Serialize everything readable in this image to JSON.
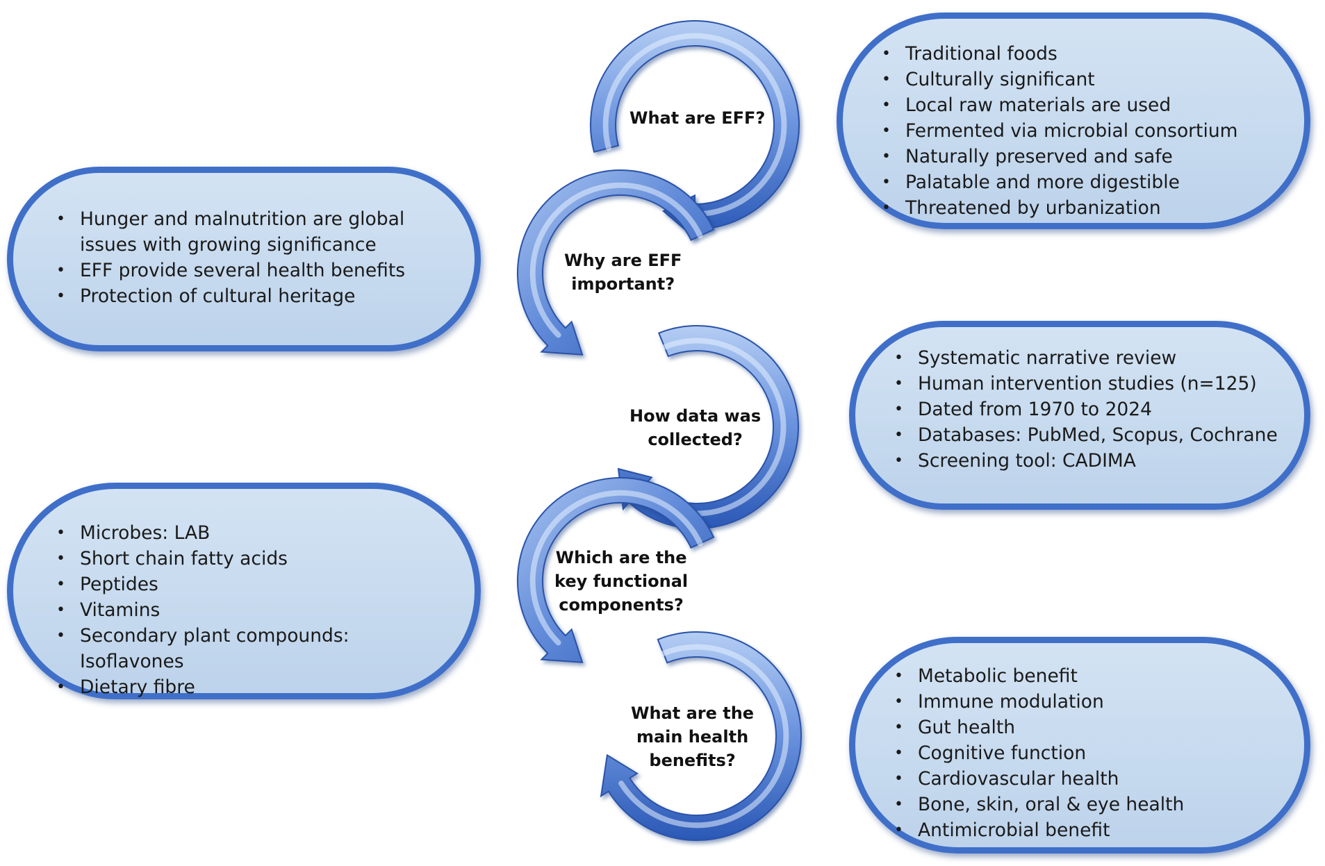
{
  "questions": {
    "q1": "What are EFF?",
    "q2_line1": "Why are EFF",
    "q2_line2": "important?",
    "q3_line1": "How data was",
    "q3_line2": "collected?",
    "q4_line1": "Which are the",
    "q4_line2": "key functional",
    "q4_line3": "components?",
    "q5_line1": "What are the",
    "q5_line2": "main health",
    "q5_line3": "benefits?"
  },
  "boxes": {
    "what_are_eff": [
      "Traditional foods",
      "Culturally significant",
      "Local raw materials are used",
      "Fermented via microbial consortium",
      "Naturally preserved and safe",
      "Palatable and more digestible",
      "Threatened by urbanization"
    ],
    "why_important": [
      "Hunger and malnutrition are global issues with growing significance",
      "EFF provide several health benefits",
      "Protection of cultural heritage"
    ],
    "data_collection": [
      "Systematic narrative review",
      "Human intervention studies (n=125)",
      "Dated from 1970 to 2024",
      "Databases: PubMed, Scopus, Cochrane",
      "Screening tool: CADIMA"
    ],
    "functional_components": [
      "Microbes: LAB",
      "Short chain fatty acids",
      "Peptides",
      "Vitamins",
      "Secondary plant compounds: Isoflavones",
      "Dietary fibre"
    ],
    "health_benefits": [
      "Metabolic benefit",
      "Immune modulation",
      "Gut health",
      "Cognitive function",
      "Cardiovascular health",
      "Bone, skin, oral & eye health",
      "Antimicrobial benefit"
    ]
  },
  "colors": {
    "arrow_dark": "#2f5fbd",
    "arrow_light": "#aac4ef",
    "box_border": "#3f6fc8",
    "box_fill": "#c8dbef"
  }
}
